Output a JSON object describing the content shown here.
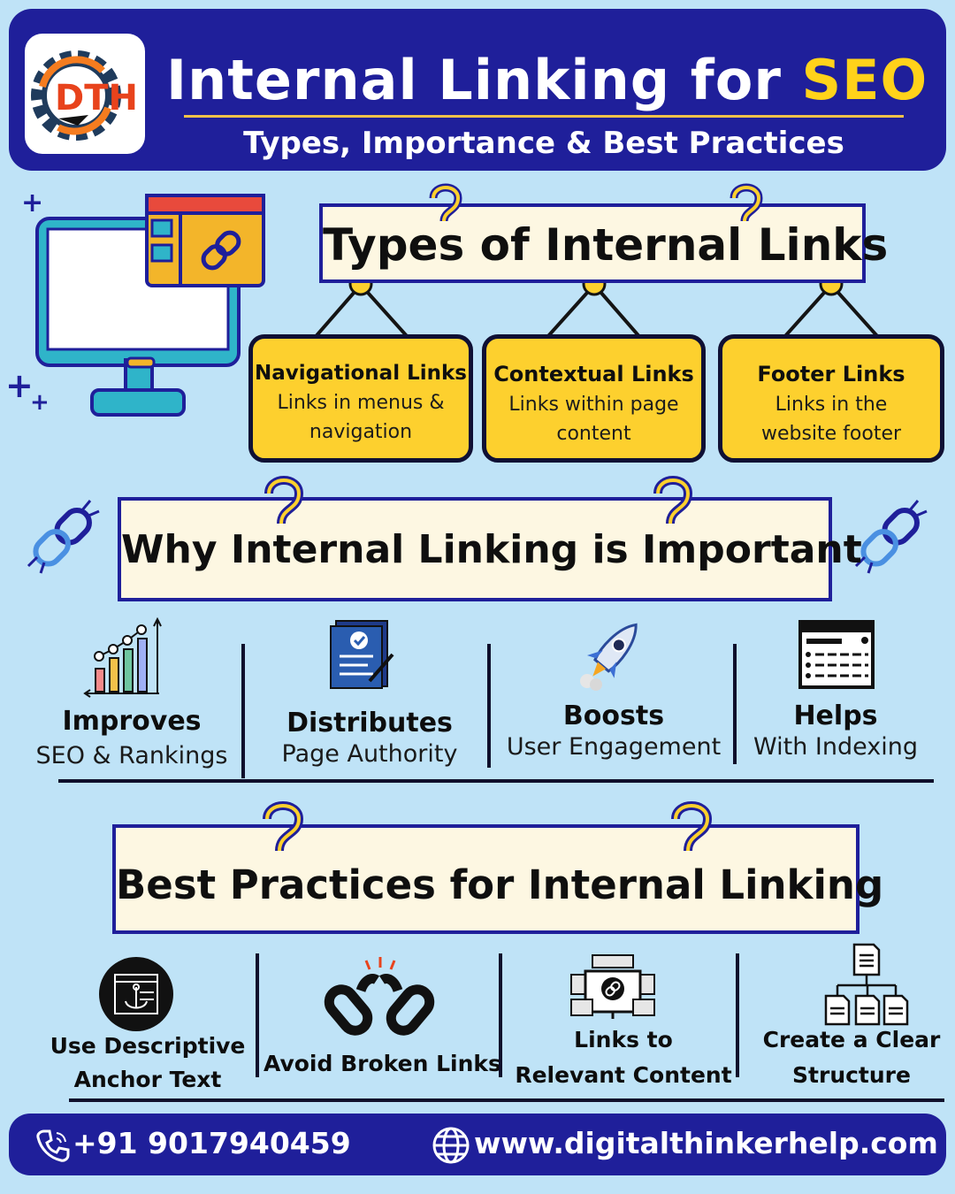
{
  "header": {
    "title_main": "Internal Linking for ",
    "title_highlight": "SEO",
    "subtitle": "Types, Importance & Best Practices",
    "logo_text": "DTH"
  },
  "types_section": {
    "heading": "Types of Internal Links",
    "cards": [
      {
        "title": "Navigational Links",
        "desc_line1": "Links in menus &",
        "desc_line2": "navigation"
      },
      {
        "title": "Contextual Links",
        "desc_line1": "Links within page",
        "desc_line2": "content"
      },
      {
        "title": "Footer Links",
        "desc_line1": "Links in the",
        "desc_line2": "website footer"
      }
    ]
  },
  "importance_section": {
    "heading": "Why Internal Linking is Important",
    "items": [
      {
        "title": "Improves",
        "sub": "SEO & Rankings",
        "icon": "bar-chart-icon"
      },
      {
        "title": "Distributes",
        "sub": "Page Authority",
        "icon": "document-icon"
      },
      {
        "title": "Boosts",
        "sub": "User Engagement",
        "icon": "rocket-icon"
      },
      {
        "title": "Helps",
        "sub": "With Indexing",
        "icon": "index-list-icon"
      }
    ]
  },
  "practices_section": {
    "heading": "Best Practices for Internal Linking",
    "items": [
      {
        "line1": "Use Descriptive",
        "line2": "Anchor Text",
        "icon": "anchor-icon"
      },
      {
        "line1": "Avoid Broken Links",
        "line2": "",
        "icon": "broken-chain-icon"
      },
      {
        "line1": "Links to",
        "line2": "Relevant Content",
        "icon": "network-link-icon"
      },
      {
        "line1": "Create a Clear",
        "line2": "Structure",
        "icon": "sitemap-icon"
      }
    ]
  },
  "footer": {
    "phone": "+91 9017940459",
    "website": "www.digitalthinkerhelp.com"
  },
  "colors": {
    "navy": "#1f1f9a",
    "yellow": "#fdd02e",
    "background": "#bfe3f7",
    "sign": "#fdf7e2"
  }
}
